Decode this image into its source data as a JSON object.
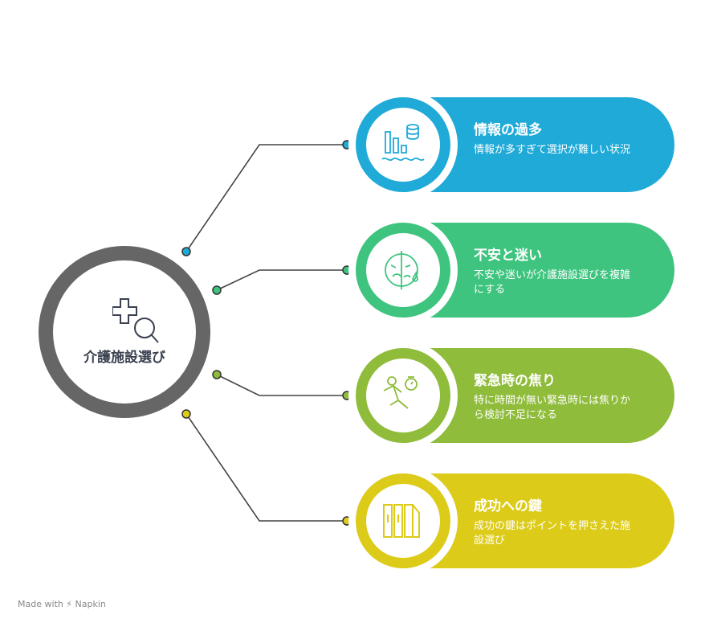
{
  "hub": {
    "title": "介護施設選び",
    "icon": "medical-cross-search-icon"
  },
  "items": [
    {
      "title": "情報の過多",
      "desc": "情報が多すぎて選択が難しい状況",
      "color": "#20aad8",
      "icon": "data-overflow-icon"
    },
    {
      "title": "不安と迷い",
      "desc": "不安や迷いが介護施設選びを複雑にする",
      "color": "#3ec47f",
      "icon": "anxious-face-icon"
    },
    {
      "title": "緊急時の焦り",
      "desc": "特に時間が無い緊急時には焦りから検討不足になる",
      "color": "#8fbc3a",
      "icon": "running-stopwatch-icon"
    },
    {
      "title": "成功への鍵",
      "desc": "成功の鍵はポイントを押さえた施設選び",
      "color": "#dccb19",
      "icon": "key-structure-icon"
    }
  ],
  "footer": "Made with ⚡ Napkin"
}
